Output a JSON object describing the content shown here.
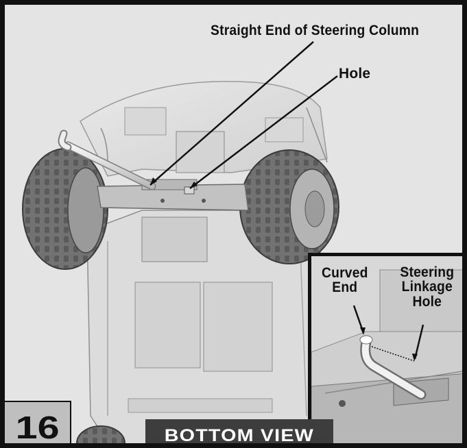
{
  "callouts": {
    "steering_column_end": "Straight End of Steering Column",
    "hole": "Hole",
    "curved_end_line1": "Curved",
    "curved_end_line2": "End",
    "linkage_hole_line1": "Steering",
    "linkage_hole_line2": "Linkage",
    "linkage_hole_line3": "Hole"
  },
  "step": {
    "number": "16"
  },
  "view": {
    "label": "BOTTOM VIEW"
  },
  "colors": {
    "frame": "#111111",
    "background": "#e6e6e6",
    "tire": "#6e6e6e",
    "step_box": "#bfbfbf",
    "view_box": "#3d3d3d"
  }
}
